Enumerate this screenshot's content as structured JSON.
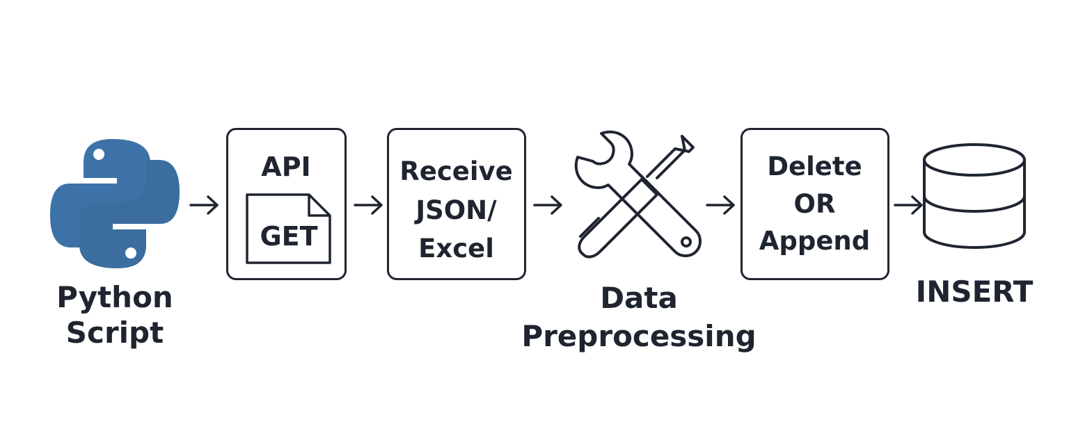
{
  "diagram": {
    "python": {
      "label_line1": "Python",
      "label_line2": "Script",
      "icon": "python-logo-icon",
      "colors": {
        "blue": "#3d72a8",
        "dark_blue": "#2f5f8f"
      }
    },
    "api": {
      "title": "API",
      "doc_label": "GET",
      "icon": "document-icon"
    },
    "receive": {
      "line1": "Receive",
      "line2": "JSON/",
      "line3": "Excel"
    },
    "preprocess": {
      "label_line1": "Data",
      "label_line2": "Preprocessing",
      "icon": "wrench-screwdriver-icon"
    },
    "delete_append": {
      "line1": "Delete",
      "line2": "OR",
      "line3": "Append"
    },
    "insert": {
      "label": "INSERT",
      "icon": "database-icon"
    },
    "arrow_icon": "arrow-right-icon",
    "stroke_color": "#1f2530"
  }
}
